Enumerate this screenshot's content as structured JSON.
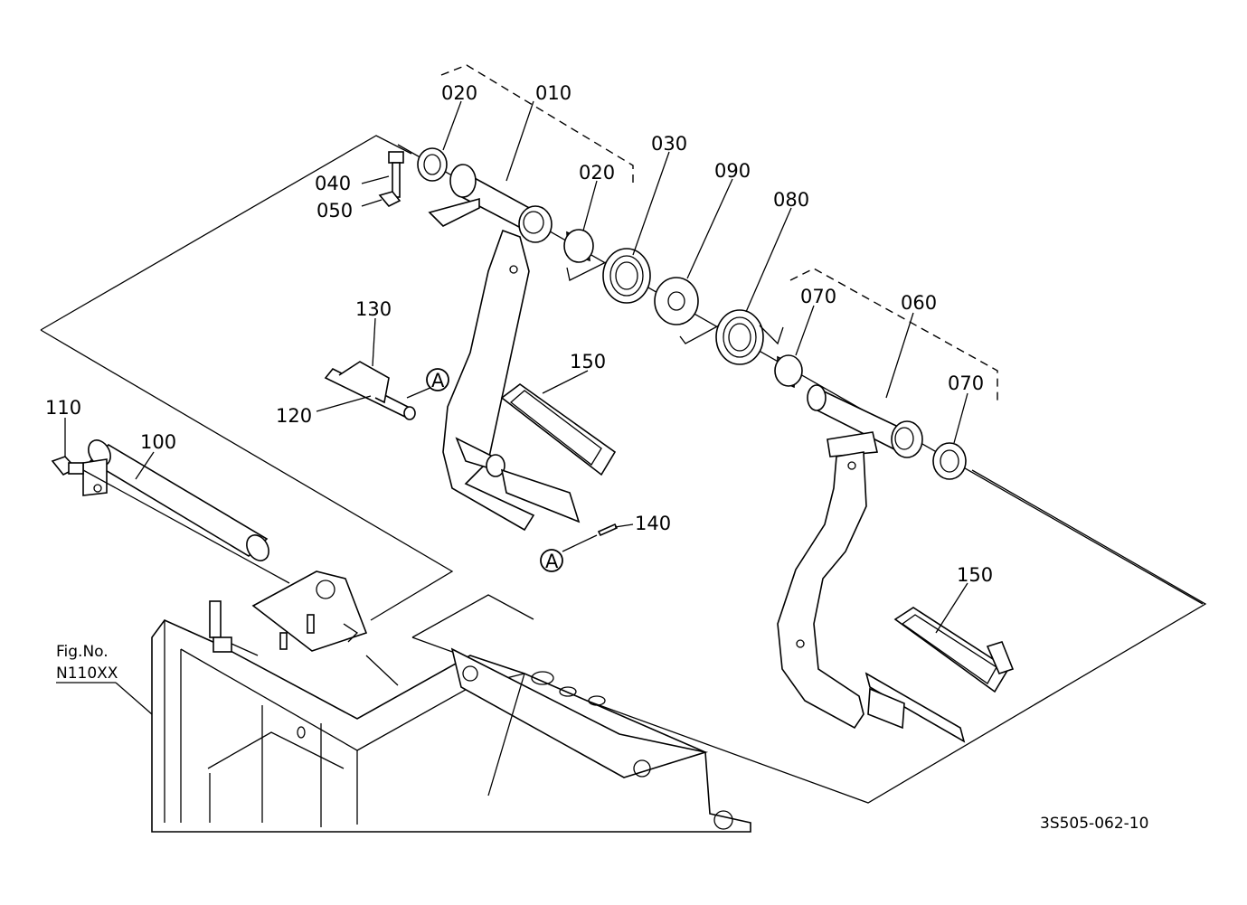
{
  "labels": {
    "p010": "010",
    "p020a": "020",
    "p020b": "020",
    "p030": "030",
    "p040": "040",
    "p050": "050",
    "p060": "060",
    "p070a": "070",
    "p070b": "070",
    "p080": "080",
    "p090": "090",
    "p100": "100",
    "p110": "110",
    "p120": "120",
    "p130": "130",
    "p140": "140",
    "p150a": "150",
    "p150b": "150",
    "refA1": "A",
    "refA2": "A"
  },
  "fig_ref": {
    "line1": "Fig.No.",
    "line2": "N110XX"
  },
  "drawing_code": "3S505-062-10"
}
